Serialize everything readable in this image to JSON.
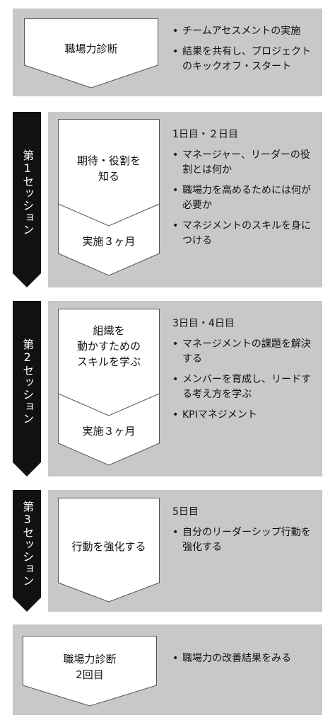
{
  "block1": {
    "shape_text": "職場力診断",
    "bullets": [
      "チームアセスメントの実施",
      "結果を共有し、プロジェクトのキックオフ・スタート"
    ]
  },
  "session1": {
    "tab": "第1セッション",
    "shape_top": "期待・役割を\n知る",
    "shape_bottom": "実施３ヶ月",
    "days": "1日目・２日目",
    "bullets": [
      "マネージャー、リーダーの役割とは何か",
      "職場力を高めるためには何が必要か",
      "マネジメントのスキルを身につける"
    ]
  },
  "session2": {
    "tab": "第2セッション",
    "shape_top": "組織を\n動かすための\nスキルを学ぶ",
    "shape_bottom": "実施３ヶ月",
    "days": "3日目・4日目",
    "bullets": [
      "マネージメントの課題を解決する",
      "メンバーを育成し、リードする考え方を学ぶ",
      "KPIマネジメント"
    ]
  },
  "session3": {
    "tab": "第3セッション",
    "shape_top": "行動を強化する",
    "days": "5日目",
    "bullets": [
      "自分のリーダーシップ行動を強化する"
    ]
  },
  "block5": {
    "shape_text": "職場力診断\n2回目",
    "bullets": [
      "職場力の改善結果をみる"
    ]
  },
  "colors": {
    "panel": "#c8c8c8",
    "tab": "#111111",
    "shape_fill": "#ffffff",
    "shape_stroke": "#555555"
  }
}
